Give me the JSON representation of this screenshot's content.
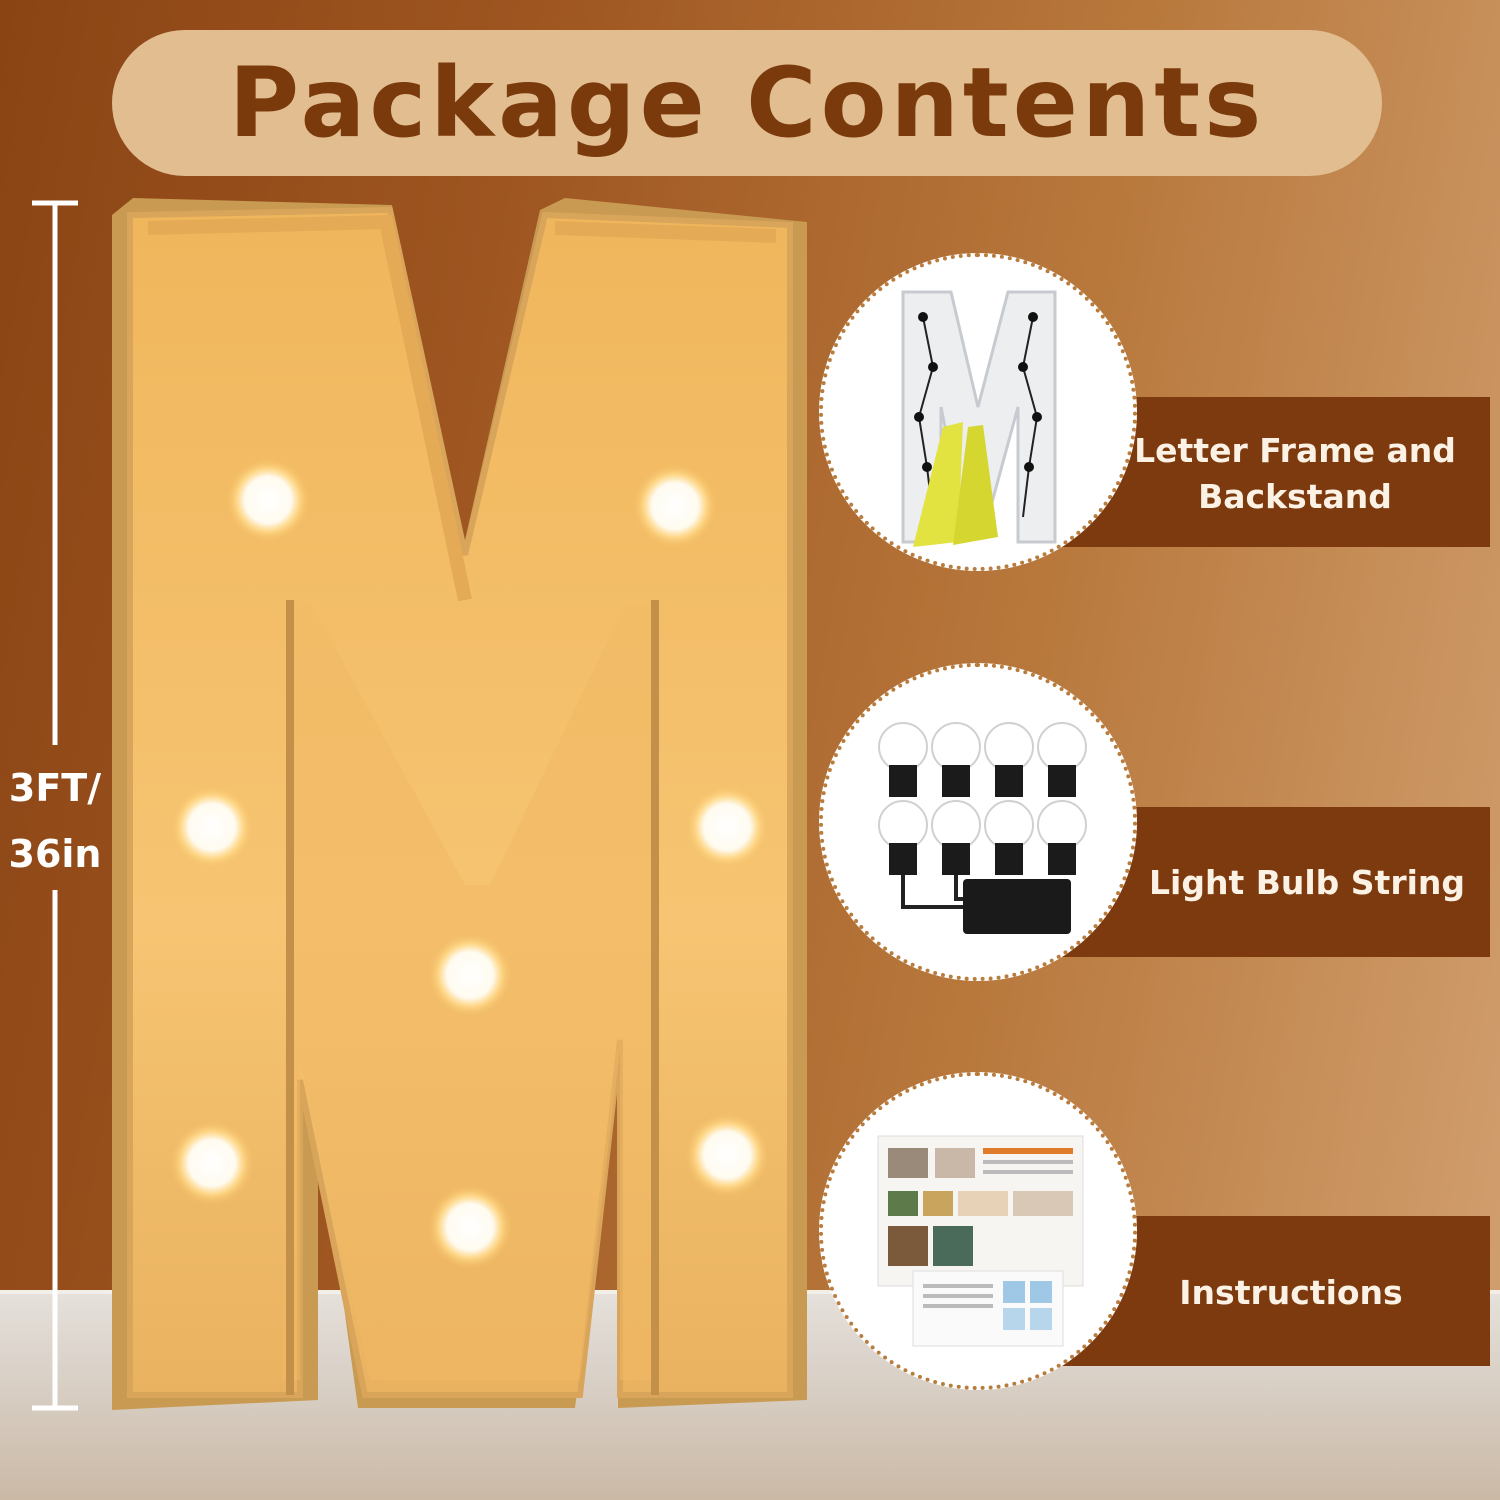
{
  "title": "Package Contents",
  "dimension": {
    "line1": "3FT/",
    "line2": "36in"
  },
  "letter": "M",
  "items": [
    {
      "label": "Letter Frame and Backstand",
      "icon": "letter-frame-icon"
    },
    {
      "label": "Light Bulb String",
      "icon": "bulb-string-icon"
    },
    {
      "label": "Instructions",
      "icon": "instructions-icon"
    }
  ],
  "colors": {
    "background": "#9e5520",
    "title_pill": "#e2bd90",
    "title_text": "#7a3a0c",
    "label_bar": "#7d3a0e",
    "letter_face": "#f2bd6c",
    "letter_edge": "#c99a52"
  }
}
